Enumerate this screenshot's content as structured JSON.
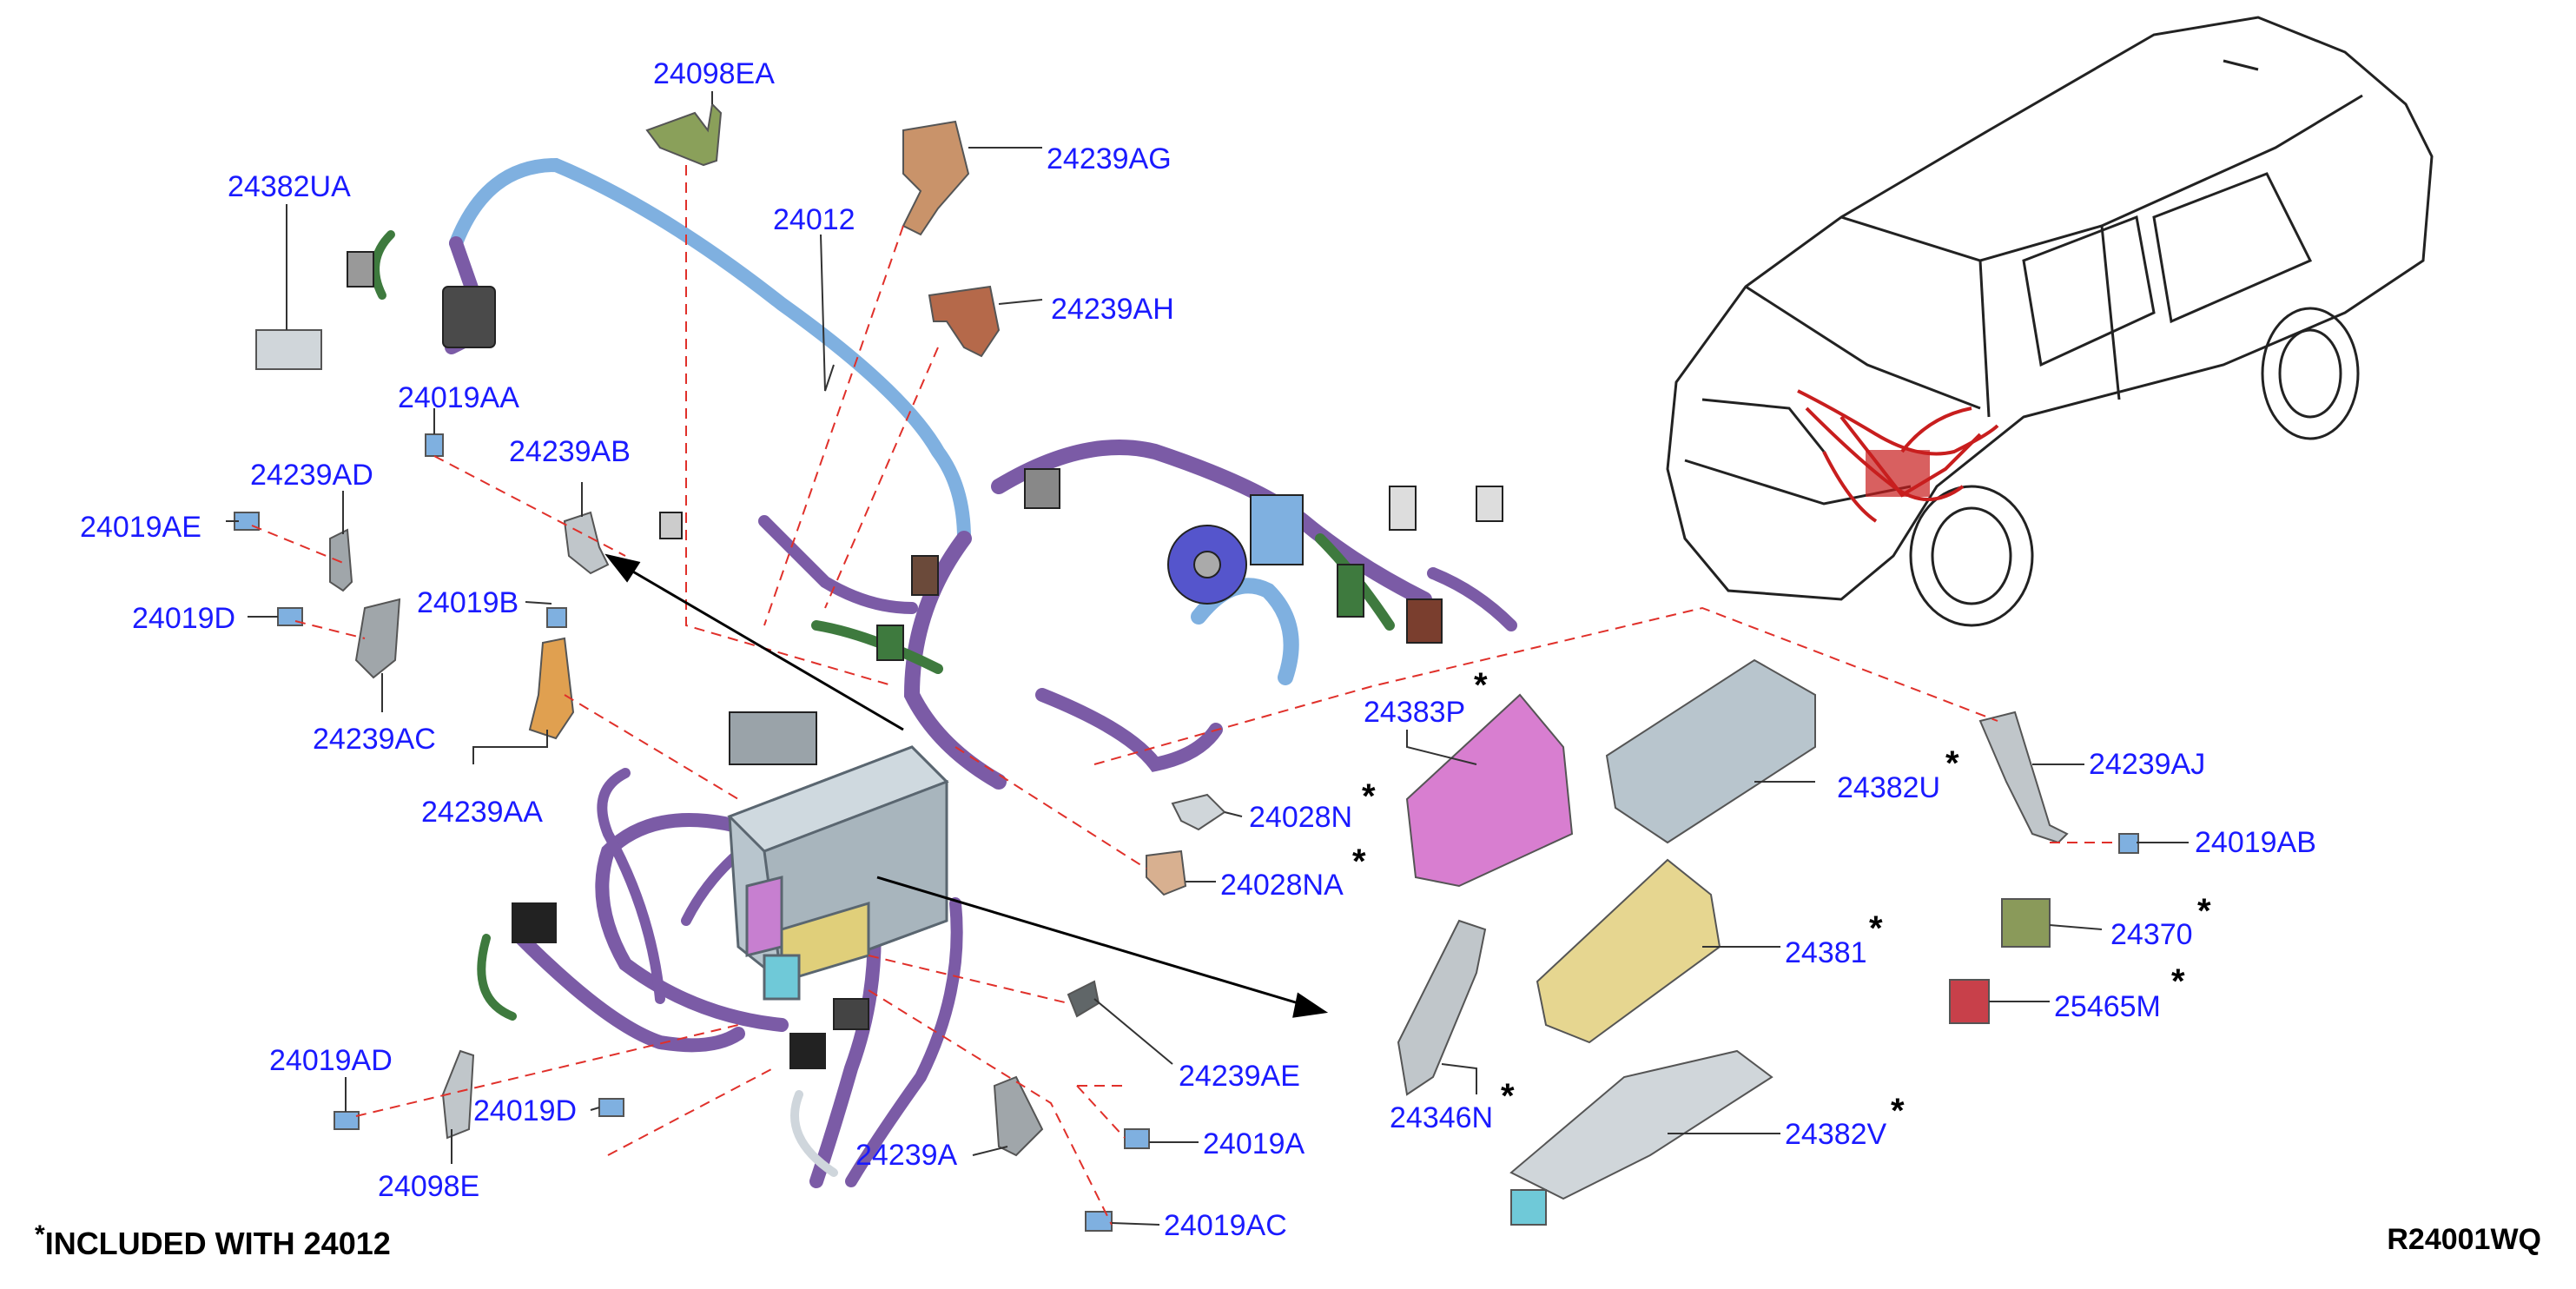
{
  "parts": [
    {
      "id": "24098EA",
      "label": "24098EA",
      "asterisk": false
    },
    {
      "id": "24239AG",
      "label": "24239AG",
      "asterisk": false
    },
    {
      "id": "24382UA",
      "label": "24382UA",
      "asterisk": false
    },
    {
      "id": "24012",
      "label": "24012",
      "asterisk": false
    },
    {
      "id": "24239AH",
      "label": "24239AH",
      "asterisk": false
    },
    {
      "id": "24019AA",
      "label": "24019AA",
      "asterisk": false
    },
    {
      "id": "24239AB",
      "label": "24239AB",
      "asterisk": false
    },
    {
      "id": "24239AD",
      "label": "24239AD",
      "asterisk": false
    },
    {
      "id": "24019AE",
      "label": "24019AE",
      "asterisk": false
    },
    {
      "id": "24019D_top",
      "label": "24019D",
      "asterisk": false
    },
    {
      "id": "24019B",
      "label": "24019B",
      "asterisk": false
    },
    {
      "id": "24239AC",
      "label": "24239AC",
      "asterisk": false
    },
    {
      "id": "24239AA",
      "label": "24239AA",
      "asterisk": false
    },
    {
      "id": "24383P",
      "label": "24383P",
      "asterisk": true
    },
    {
      "id": "24028N",
      "label": "24028N",
      "asterisk": true
    },
    {
      "id": "24028NA",
      "label": "24028NA",
      "asterisk": true
    },
    {
      "id": "24382U",
      "label": "24382U",
      "asterisk": true
    },
    {
      "id": "24239AJ",
      "label": "24239AJ",
      "asterisk": false
    },
    {
      "id": "24019AB",
      "label": "24019AB",
      "asterisk": false
    },
    {
      "id": "24370",
      "label": "24370",
      "asterisk": true
    },
    {
      "id": "24381",
      "label": "24381",
      "asterisk": true
    },
    {
      "id": "25465M",
      "label": "25465M",
      "asterisk": true
    },
    {
      "id": "24239AE",
      "label": "24239AE",
      "asterisk": false
    },
    {
      "id": "24019AD",
      "label": "24019AD",
      "asterisk": false
    },
    {
      "id": "24346N",
      "label": "24346N",
      "asterisk": true
    },
    {
      "id": "24382V",
      "label": "24382V",
      "asterisk": true
    },
    {
      "id": "24019D_bottom",
      "label": "24019D",
      "asterisk": false
    },
    {
      "id": "24019A",
      "label": "24019A",
      "asterisk": false
    },
    {
      "id": "24098E",
      "label": "24098E",
      "asterisk": false
    },
    {
      "id": "24239A",
      "label": "24239A",
      "asterisk": false
    },
    {
      "id": "24019AC",
      "label": "24019AC",
      "asterisk": false
    }
  ],
  "footnote": {
    "symbol": "*",
    "text": "INCLUDED WITH 24012"
  },
  "diagram_code": "R24001WQ",
  "colors": {
    "label": "#1a1aff",
    "leader_dash": "#e0302a",
    "harness": "#7b5ba6",
    "harness_blue": "#7fb0e0",
    "highlight_red": "#c81e1e"
  }
}
